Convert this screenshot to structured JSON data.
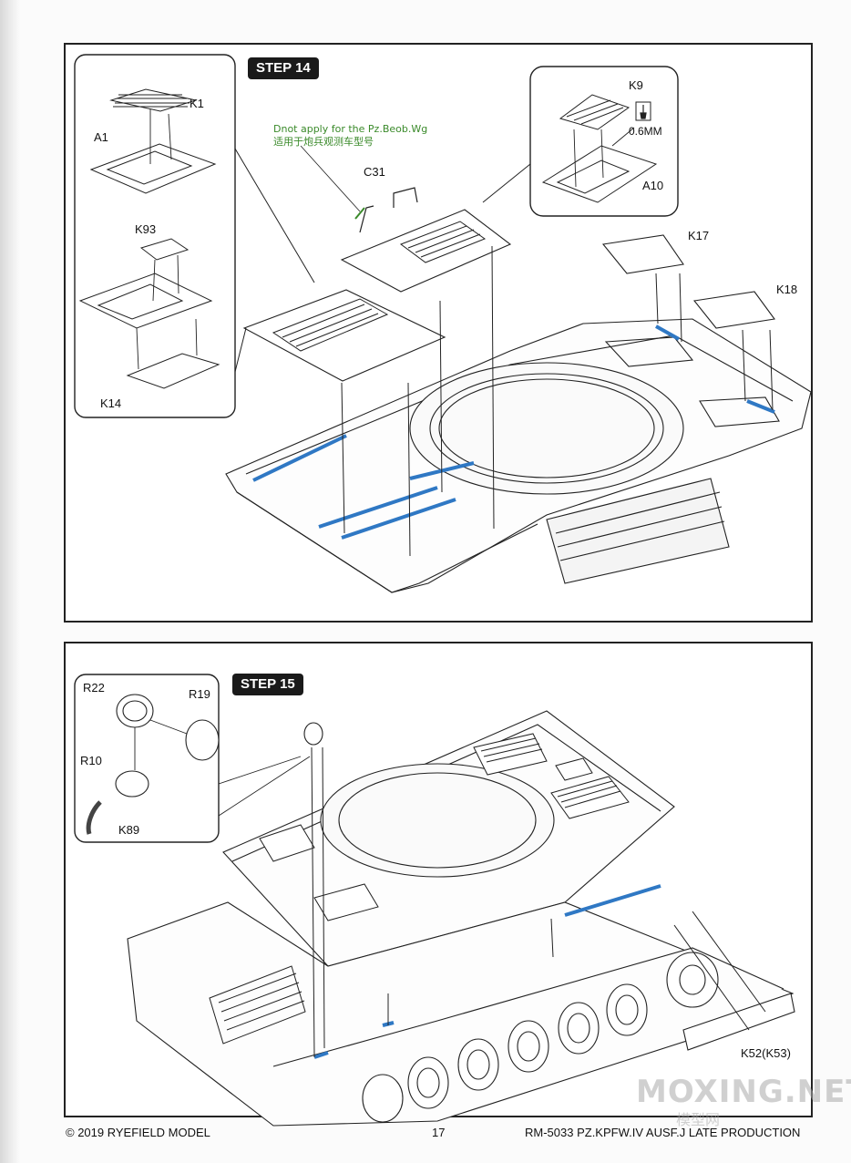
{
  "step14": {
    "badge": "STEP 14",
    "note_en": "Dnot apply for the Pz.Beob.Wg",
    "note_cn": "适用于炮兵观测车型号",
    "parts": {
      "k1": "K1",
      "a1": "A1",
      "k93": "K93",
      "k14": "K14",
      "c31": "C31",
      "k9": "K9",
      "thickness": "0.6MM",
      "a10": "A10",
      "k17": "K17",
      "k18": "K18"
    }
  },
  "step15": {
    "badge": "STEP 15",
    "parts": {
      "r22": "R22",
      "r19": "R19",
      "r10": "R10",
      "k89": "K89",
      "k52": "K52(K53)"
    }
  },
  "footer": {
    "copyright": "© 2019 RYEFIELD MODEL",
    "page_number": "17",
    "product": "RM-5033 PZ.KPFW.IV AUSF.J LATE PRODUCTION"
  },
  "watermark": {
    "main": "MOXING.NET",
    "sub": "模型网"
  },
  "colors": {
    "highlight": "#2f78c4",
    "note": "#3a8a2a",
    "badge_bg": "#1a1a1a"
  },
  "icons": [
    "knife-icon"
  ]
}
